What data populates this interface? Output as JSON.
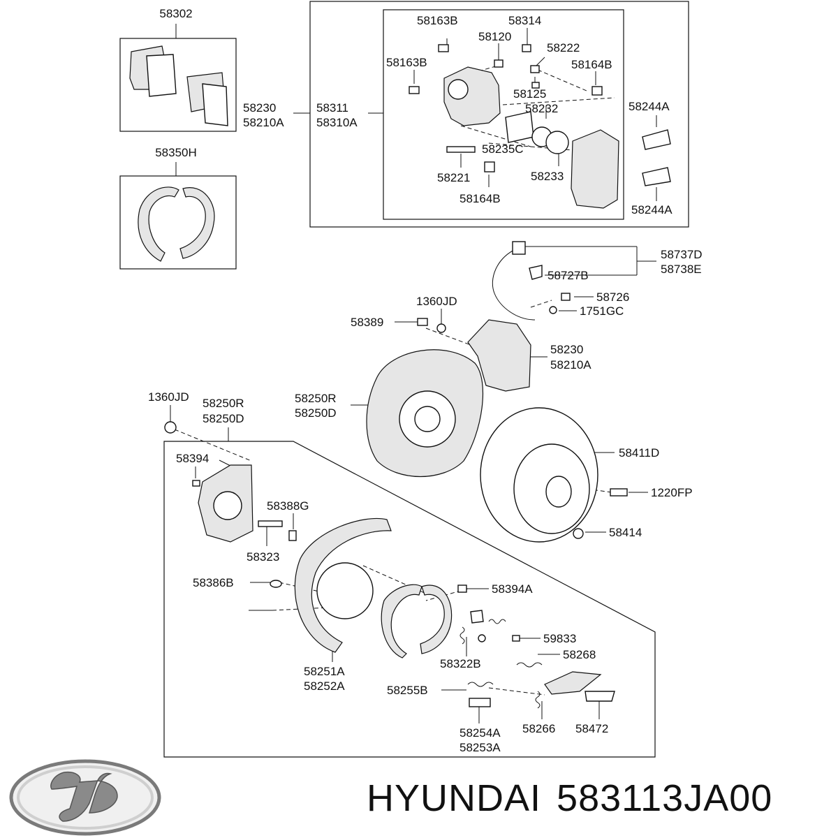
{
  "brand": "HYUNDAI",
  "part_number": "583113JA00",
  "callouts": {
    "pads": "58302",
    "caliper_kit_a": "58230",
    "caliper_kit_b": "58210A",
    "shoe_set": "58350H",
    "caliper_a": "58311",
    "caliper_b": "58310A",
    "bolt_a": "58163B",
    "bolt_b": "58163B",
    "cap": "58314",
    "bleeder": "58120",
    "pin_upper": "58222",
    "boot_upper": "58164B",
    "washer": "58125",
    "seal": "58232",
    "piston": "58235C",
    "piston_boot": "58233",
    "pin_lower": "58221",
    "boot_lower": "58164B",
    "clip_upper": "58244A",
    "clip_lower": "58244A",
    "hose_a": "58737D",
    "hose_b": "58738E",
    "hose_clip": "58727B",
    "hose_bolt": "58726",
    "gasket": "1751GC",
    "nut_upper": "1360JD",
    "caliper_bolt": "58389",
    "caliper_assy_a": "58230",
    "caliper_assy_b": "58210A",
    "backing_plate_a": "58250R",
    "backing_plate_b": "58250D",
    "disc": "58411D",
    "hub_bolt": "1220FP",
    "disc_screw": "58414",
    "nut_left": "1360JD",
    "plate_left_a": "58250R",
    "plate_left_b": "58250D",
    "knuckle_bolt": "58394",
    "pin_b": "58388G",
    "pin_c": "58323",
    "cup": "58386B",
    "shoe_a": "58251A",
    "shoe_b": "58252A",
    "spring_a": "58394A",
    "spring_b": "58322B",
    "clip_c": "59833",
    "spring_c": "58268",
    "spring_d": "58255B",
    "adjuster_a": "58254A",
    "adjuster_b": "58253A",
    "spring_e": "58266",
    "lever": "58472"
  }
}
